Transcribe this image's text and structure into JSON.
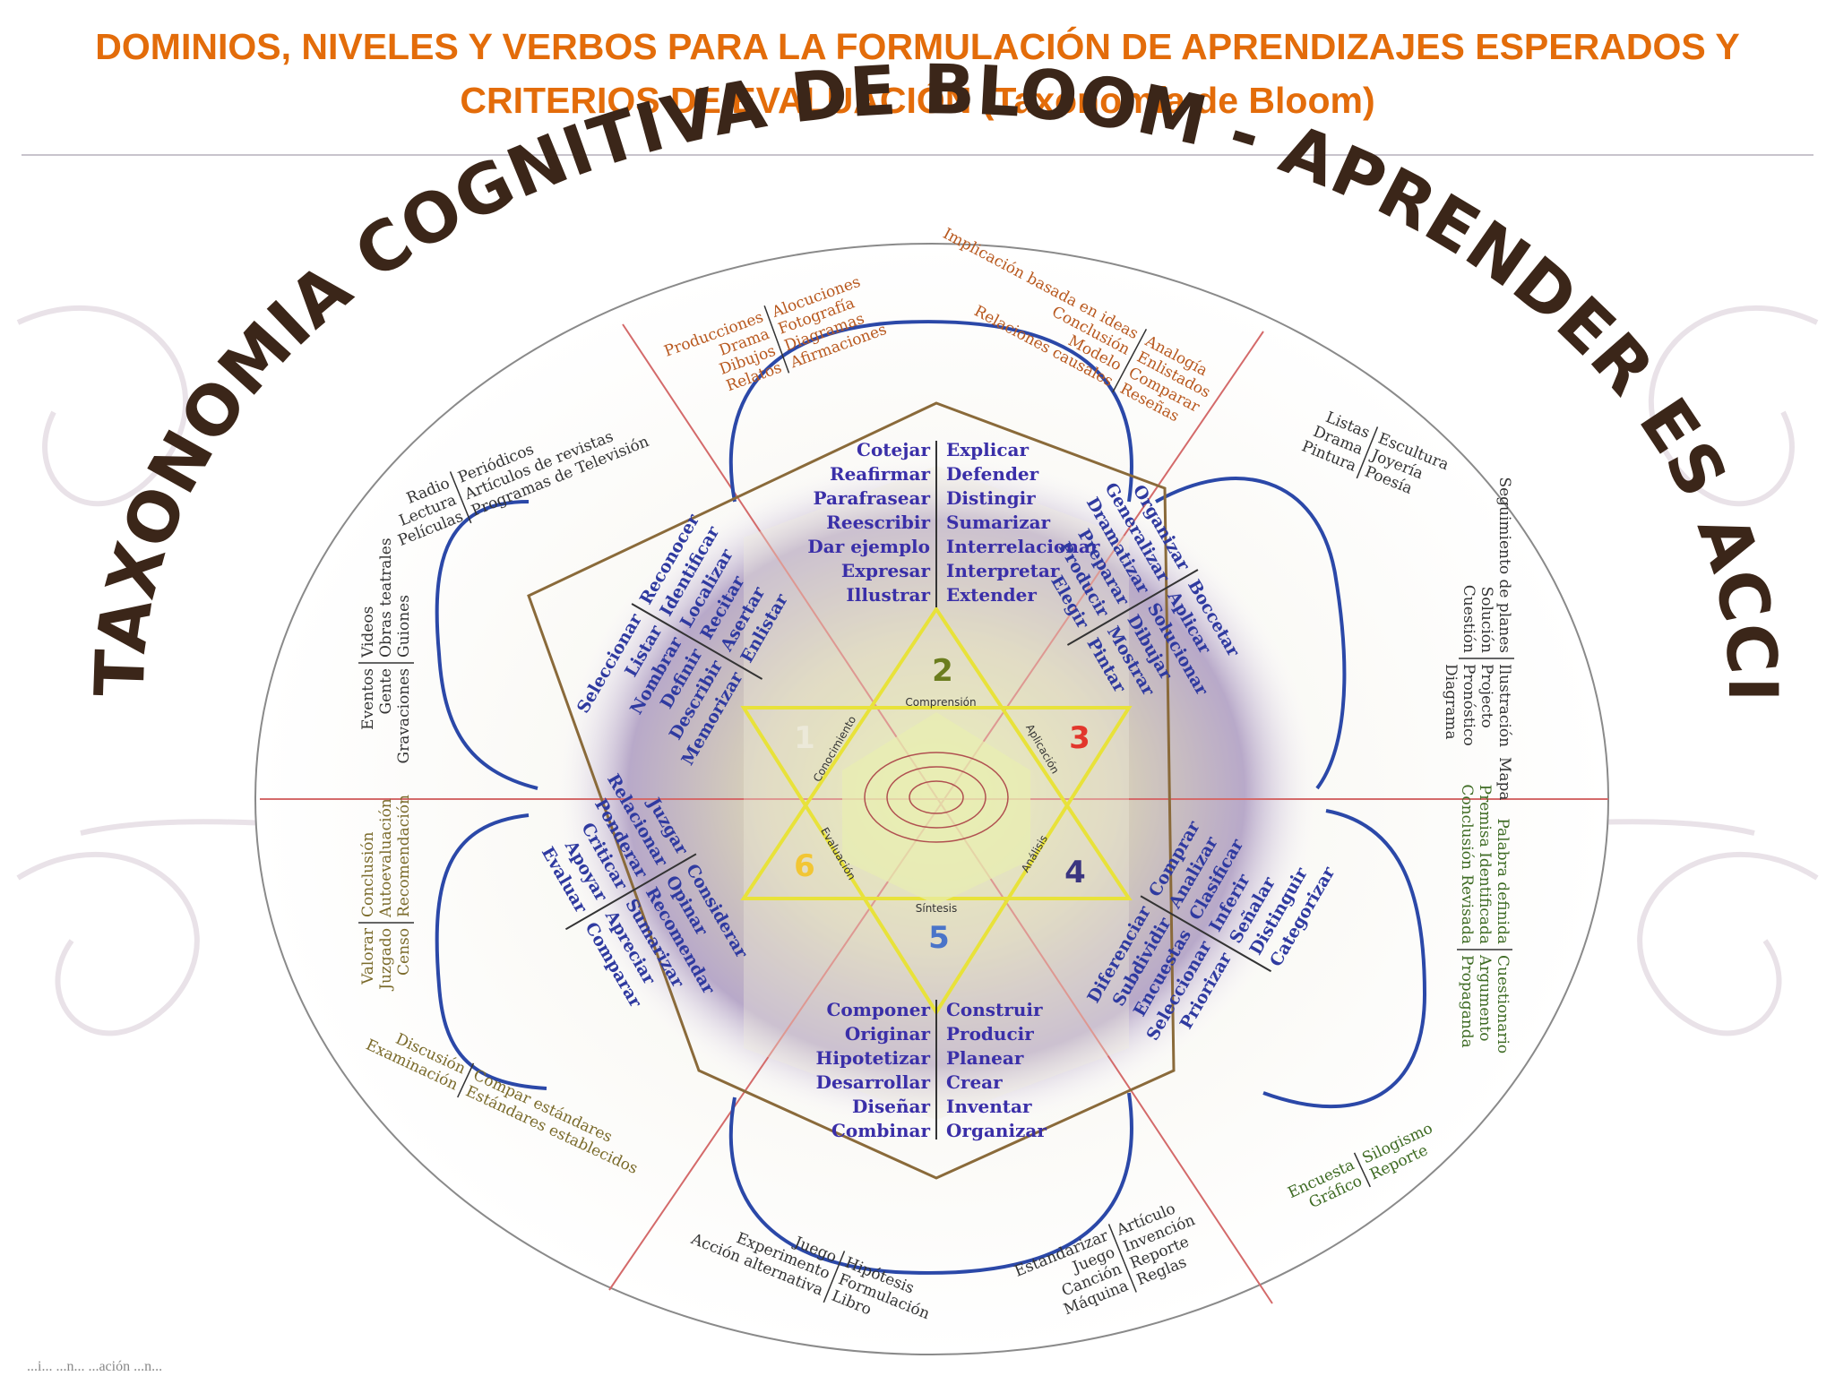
{
  "title": {
    "line1": "DOMINIOS, NIVELES Y VERBOS PARA LA FORMULACIÓN DE APRENDIZAJES ESPERADOS Y",
    "line2": "CRITERIOS DE EVALUACIÓN (Taxonomía de Bloom)"
  },
  "diagram": {
    "arc_title": "LA TAXONOMIA COGNITIVA DE BLOOM - APRENDER ES ACCION",
    "levels": [
      {
        "num": "1",
        "name": "Conocimiento",
        "color": "#ece9d9"
      },
      {
        "num": "2",
        "name": "Comprensión",
        "color": "#6b7d1e"
      },
      {
        "num": "3",
        "name": "Aplicación",
        "color": "#e2362c"
      },
      {
        "num": "4",
        "name": "Análisis",
        "color": "#3b3580"
      },
      {
        "num": "5",
        "name": "Síntesis",
        "color": "#4a74c9"
      },
      {
        "num": "6",
        "name": "Evaluación",
        "color": "#f2c634"
      }
    ],
    "verbs": {
      "comprension": {
        "left": [
          "Cotejar",
          "Reafirmar",
          "Parafrasear",
          "Reescribir",
          "Dar ejemplo",
          "Expresar",
          "Illustrar"
        ],
        "right": [
          "Explicar",
          "Defender",
          "Distingir",
          "Sumarizar",
          "Interrelacionar",
          "Interpretar",
          "Extender"
        ]
      },
      "sintesis": {
        "left": [
          "Componer",
          "Originar",
          "Hipotetizar",
          "Desarrollar",
          "Diseñar",
          "Combinar"
        ],
        "right": [
          "Construir",
          "Producir",
          "Planear",
          "Crear",
          "Inventar",
          "Organizar"
        ]
      },
      "conocimiento": [
        "Seleccionar",
        "Listar",
        "Nombrar",
        "Definir",
        "Describir",
        "Memorizar",
        "Reconocer",
        "Identificar",
        "Localizar",
        "Recitar",
        "Asertar",
        "Enlistar"
      ],
      "aplicacion": [
        "Organizar",
        "Generalizar",
        "Dramatizar",
        "Preparar",
        "Producir",
        "Elegir",
        "Boccetar",
        "Aplicar",
        "Solucionar",
        "Dibujar",
        "Mostrar",
        "Pintar"
      ],
      "analisis": [
        "Diferenciar",
        "Subdividir",
        "Encuestas",
        "Seleccionar",
        "Priorizar",
        "Comprar",
        "Analizar",
        "Clasificar",
        "Inferir",
        "Señalar",
        "Distinguir",
        "Categorizar"
      ],
      "evaluacion": [
        "Juzgar",
        "Relacionar",
        "Ponderar",
        "Criticar",
        "Apoyar",
        "Evaluar",
        "Considerar",
        "Opinar",
        "Recomendar",
        "Sumarizar",
        "Apreciar",
        "Comparar"
      ]
    },
    "products": {
      "top": [
        "Producciones",
        "Drama",
        "Dibujos",
        "Relatos",
        "Alocuciones",
        "Fotografía",
        "Diagramas",
        "Afirmaciones"
      ],
      "top_right": [
        "Implicación basada en ideas",
        "Conclusión",
        "Modelo",
        "Relaciones causales",
        "Analogía",
        "Enlistados",
        "Comparar",
        "Reseñas"
      ],
      "upper_left": [
        "Radio",
        "Lectura",
        "Películas",
        "Periódicos",
        "Artículos de revistas",
        "Programas de Televisión"
      ],
      "left_top": [
        "Eventos",
        "Gente",
        "Gravaciones",
        "Videos",
        "Obras teatrales",
        "Guiones"
      ],
      "upper_right": [
        "Listas",
        "Drama",
        "Pintura",
        "Escultura",
        "Joyería",
        "Poesía"
      ],
      "right_top": [
        "Seguimiento de planes",
        "Solución",
        "Cuestión",
        "Ilustración",
        "Mapa",
        "Projecto",
        "Pronóstico",
        "Diagrama"
      ],
      "left_bottom": [
        "Valorar",
        "Juzgado",
        "Censo",
        "Conclusión",
        "Autoevaluación",
        "Recomendación"
      ],
      "right_bottom": [
        "Palabra definida",
        "Premisa Identificada",
        "Conclusión Revisada",
        "Cuestionario",
        "Argumento",
        "Propaganda"
      ],
      "lower_left": [
        "Discusión",
        "Examinación",
        "Compar estándares",
        "Estándares establecidos"
      ],
      "lower_right": [
        "Encuesta",
        "Gráfico",
        "Silogismo",
        "Reporte"
      ],
      "bottom_left": [
        "Juego",
        "Experimento",
        "Acción alternativa",
        "Hipótesis",
        "Formulación",
        "Libro"
      ],
      "bottom_right": [
        "Estandarizar",
        "Juego",
        "Canción",
        "Máquina",
        "Artículo",
        "Invención",
        "Reporte",
        "Reglas"
      ]
    },
    "footer_fragment": "...i... ...n... ...ación ...n..."
  }
}
